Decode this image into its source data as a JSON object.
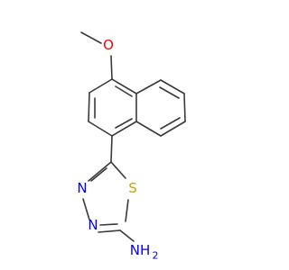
{
  "colors": {
    "bond": "#3a3a3a",
    "oxygen": "#ff0000",
    "nitrogen": "#0000ff",
    "sulfur": "#c9a200",
    "background": "#ffffff"
  },
  "atoms": {
    "oxygen": "O",
    "nitrogen_top": "N",
    "nitrogen_bottom": "N",
    "sulfur": "S",
    "amine": "NH",
    "amine_subscript": "2"
  }
}
